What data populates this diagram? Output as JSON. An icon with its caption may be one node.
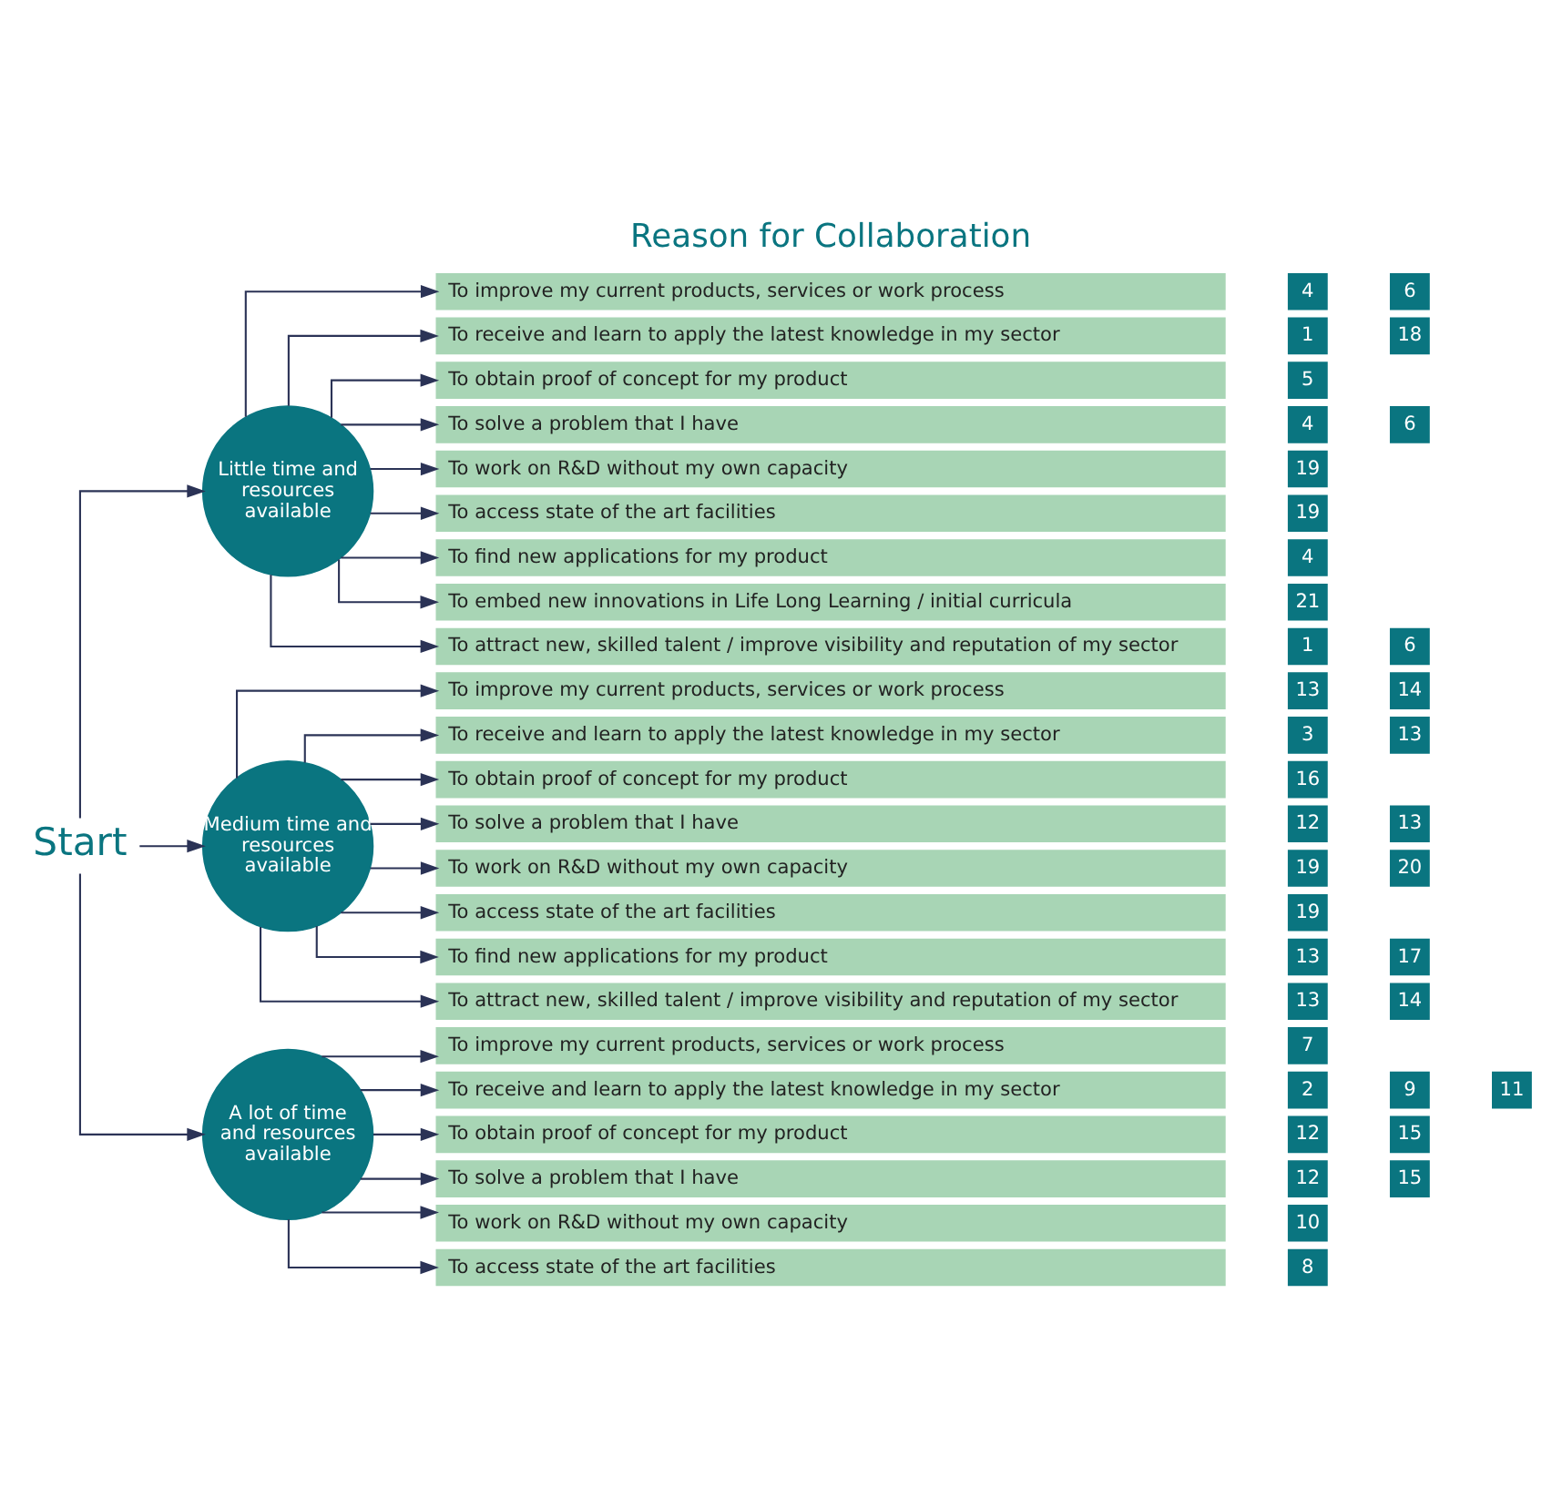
{
  "diagram": {
    "nodes": [
      {
        "text": [
          "Start"
        ]
      },
      {
        "text": [
          "Little time and resources available"
        ]
      },
      {
        "text": [
          "To improve my current products, services or work process"
        ]
      },
      {
        "text": [
          "4"
        ]
      },
      {
        "text": [
          "6"
        ]
      },
      {
        "text": [
          "To receive and learn to apply the latest knowledge in my sector"
        ]
      },
      {
        "text": [
          "1"
        ]
      },
      {
        "text": [
          "18"
        ]
      },
      {
        "text": [
          "To obtain proof of concept for my product"
        ]
      },
      {
        "text": [
          "5"
        ]
      },
      {
        "text": [
          "To solve a problem that I have"
        ]
      },
      {
        "text": [
          "4"
        ]
      },
      {
        "text": [
          "6"
        ]
      },
      {
        "text": [
          "To work on R&D without my own capacity"
        ]
      },
      {
        "text": [
          "19"
        ]
      },
      {
        "text": [
          "To access state of the art facilities"
        ]
      },
      {
        "text": [
          "19"
        ]
      },
      {
        "text": [
          "To find new applications for my product"
        ]
      },
      {
        "text": [
          "4"
        ]
      },
      {
        "text": [
          "To embed new innovations in Life Long Learning / initial curricula"
        ]
      },
      {
        "text": [
          "21"
        ]
      },
      {
        "text": [
          "To attract new, skilled talent / improve visibility and reputation of my sector"
        ]
      },
      {
        "text": [
          "1"
        ]
      },
      {
        "text": [
          "6"
        ]
      },
      {
        "text": [
          "Medium time and resources available"
        ]
      },
      {
        "text": [
          "To improve my current products, services or work process"
        ]
      },
      {
        "text": [
          "13"
        ]
      },
      {
        "text": [
          "14"
        ]
      },
      {
        "text": [
          "To receive and learn to apply the latest knowledge in my sector"
        ]
      },
      {
        "text": [
          "3"
        ]
      },
      {
        "text": [
          "13"
        ]
      },
      {
        "text": [
          "To obtain proof of concept for my product"
        ]
      },
      {
        "text": [
          "16"
        ]
      },
      {
        "text": [
          "To solve a problem that I have"
        ]
      },
      {
        "text": [
          "12"
        ]
      },
      {
        "text": [
          "13"
        ]
      },
      {
        "text": [
          "To work on R&D without my own capacity"
        ]
      },
      {
        "text": [
          "19"
        ]
      },
      {
        "text": [
          "20"
        ]
      },
      {
        "text": [
          "To access state of the art facilities"
        ]
      },
      {
        "text": [
          "19"
        ]
      },
      {
        "text": [
          "To find new applications for my product"
        ]
      },
      {
        "text": [
          "13"
        ]
      },
      {
        "text": [
          "17"
        ]
      },
      {
        "text": [
          "To attract new, skilled talent / improve visibility and reputation of my sector"
        ]
      },
      {
        "text": [
          "13"
        ]
      },
      {
        "text": [
          "14"
        ]
      },
      {
        "text": [
          "A lot of time and resources available"
        ]
      },
      {
        "text": [
          "To improve my current products, services or work process"
        ]
      },
      {
        "text": [
          "7"
        ]
      },
      {
        "text": [
          "To receive and learn to apply the latest knowledge in my sector"
        ]
      },
      {
        "text": [
          "2"
        ]
      },
      {
        "text": [
          "9"
        ]
      },
      {
        "text": [
          "11"
        ]
      },
      {
        "text": [
          "To obtain proof of concept for my product"
        ]
      },
      {
        "text": [
          "12"
        ]
      },
      {
        "text": [
          "15"
        ]
      },
      {
        "text": [
          "To solve a problem that I have"
        ]
      },
      {
        "text": [
          "12"
        ]
      },
      {
        "text": [
          "15"
        ]
      },
      {
        "text": [
          "To work on R&D without my own capacity"
        ]
      },
      {
        "text": [
          "10"
        ]
      },
      {
        "text": [
          "To access state of the art facilities"
        ]
      },
      {
        "text": [
          "8"
        ]
      }
    ],
    "edges": [
      {
        "from": 0,
        "to": 1,
        "arrow": "to"
      },
      {
        "from": 0,
        "to": 24,
        "arrow": "to"
      },
      {
        "from": 0,
        "to": 47,
        "arrow": "to"
      },
      {
        "from": 1,
        "to": 2,
        "arrow": "to"
      },
      {
        "from": 1,
        "to": 5,
        "arrow": "to"
      },
      {
        "from": 1,
        "to": 8,
        "arrow": "to"
      },
      {
        "from": 1,
        "to": 10,
        "arrow": "to"
      },
      {
        "from": 1,
        "to": 13,
        "arrow": "to"
      },
      {
        "from": 1,
        "to": 15,
        "arrow": "to"
      },
      {
        "from": 1,
        "to": 17,
        "arrow": "to"
      },
      {
        "from": 1,
        "to": 19,
        "arrow": "to"
      },
      {
        "from": 1,
        "to": 21,
        "arrow": "to"
      },
      {
        "from": 24,
        "to": 25,
        "arrow": "to"
      },
      {
        "from": 24,
        "to": 28,
        "arrow": "to"
      },
      {
        "from": 24,
        "to": 31,
        "arrow": "to"
      },
      {
        "from": 24,
        "to": 33,
        "arrow": "to"
      },
      {
        "from": 24,
        "to": 36,
        "arrow": "to"
      },
      {
        "from": 24,
        "to": 39,
        "arrow": "to"
      },
      {
        "from": 24,
        "to": 41,
        "arrow": "to"
      },
      {
        "from": 24,
        "to": 44,
        "arrow": "to"
      },
      {
        "from": 47,
        "to": 48,
        "arrow": "to"
      },
      {
        "from": 47,
        "to": 50,
        "arrow": "to"
      },
      {
        "from": 47,
        "to": 54,
        "arrow": "to"
      },
      {
        "from": 47,
        "to": 57,
        "arrow": "to"
      },
      {
        "from": 47,
        "to": 60,
        "arrow": "to"
      },
      {
        "from": 47,
        "to": 62,
        "arrow": "to"
      }
    ],
    "labels": [
      "Reason for Collaboration"
    ]
  }
}
